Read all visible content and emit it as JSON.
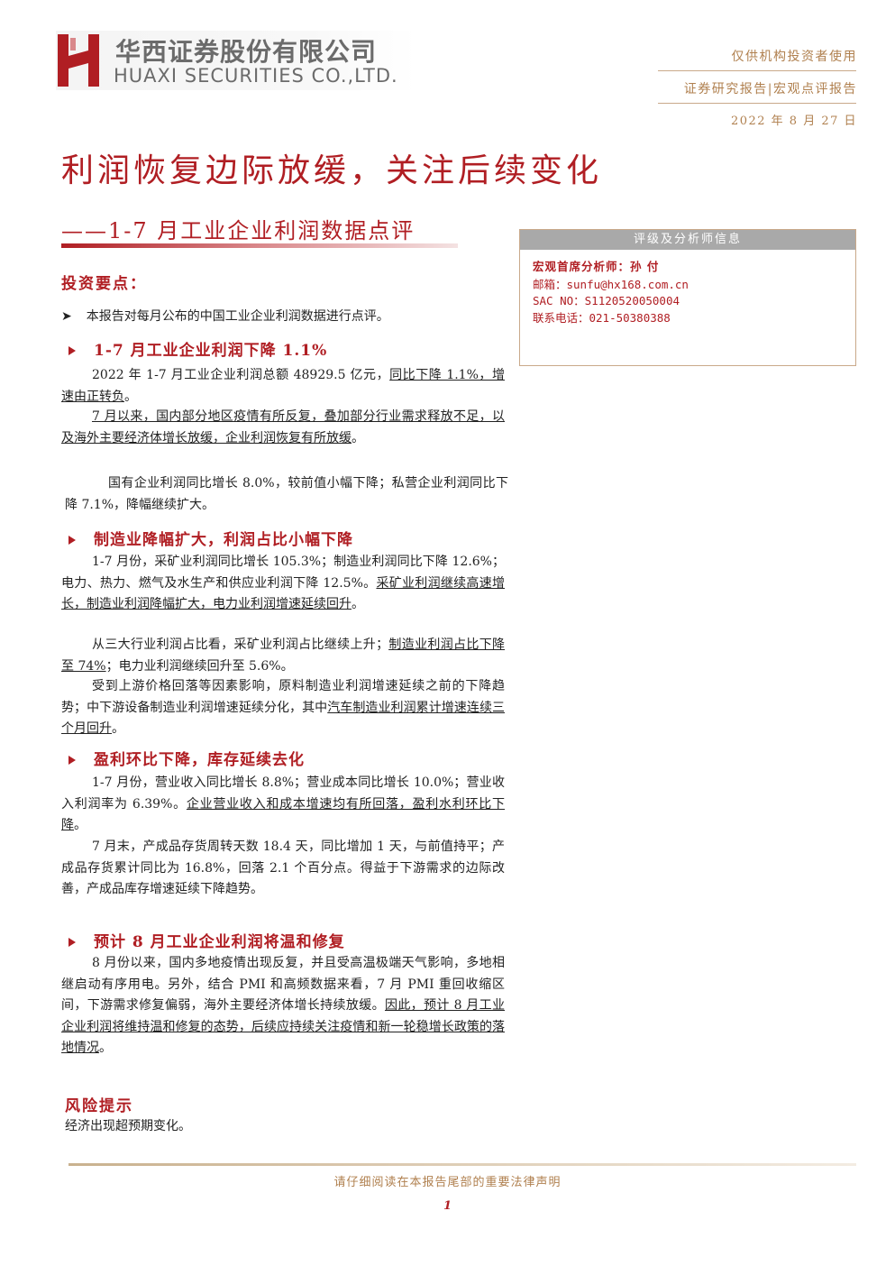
{
  "header": {
    "company_cn": "华西证券股份有限公司",
    "company_en": "HUAXI SECURITIES CO.,LTD.",
    "audience": "仅供机构投资者使用",
    "report_type": "证券研究报告|宏观点评报告",
    "date": "2022 年 8 月 27 日",
    "brand_color": "#b01e23"
  },
  "title": "利润恢复边际放缓，关注后续变化",
  "subtitle": "——1-7 月工业企业利润数据点评",
  "analyst": {
    "box_title": "评级及分析师信息",
    "name_line": "宏观首席分析师：孙 付",
    "email": "邮箱：sunfu@hx168.com.cn",
    "sac": "SAC NO：S1120520050004",
    "phone": "联系电话：021-50380388"
  },
  "key_points_label": "投资要点：",
  "intro": "本报告对每月公布的中国工业企业利润数据进行点评。",
  "sections": [
    {
      "heading": "1-7 月工业企业利润下降 1.1%",
      "paras": [
        {
          "a": "2022 年 1-7 月工业企业利润总额 48929.5 亿元，",
          "u": "同比下降 1.1%，增速由正转负",
          "b": "。"
        },
        {
          "a": "",
          "u": "7 月以来，国内部分地区疫情有所反复，叠加部分行业需求释放不足，以及海外主要经济体增长放缓，企业利润恢复有所放缓",
          "b": "。"
        },
        {
          "a": "国有企业利润同比增长 8.0%，较前值小幅下降；私营企业利润同比下降 7.1%，降幅继续扩大。",
          "u": "",
          "b": ""
        }
      ]
    },
    {
      "heading": "制造业降幅扩大，利润占比小幅下降",
      "paras": [
        {
          "a": "1-7 月份，采矿业利润同比增长 105.3%；制造业利润同比下降 12.6%；电力、热力、燃气及水生产和供应业利润下降 12.5%。",
          "u": "采矿业利润继续高速增长，制造业利润降幅扩大，电力业利润增速延续回升",
          "b": "。"
        },
        {
          "a": "从三大行业利润占比看，采矿业利润占比继续上升；",
          "u": "制造业利润占比下降至 74%",
          "b": "；电力业利润继续回升至 5.6%。"
        },
        {
          "a": "受到上游价格回落等因素影响，原料制造业利润增速延续之前的下降趋势；中下游设备制造业利润增速延续分化，其中",
          "u": "汽车制造业利润累计增速连续三个月回升",
          "b": "。"
        }
      ]
    },
    {
      "heading": "盈利环比下降，库存延续去化",
      "paras": [
        {
          "a": "1-7 月份，营业收入同比增长 8.8%；营业成本同比增长 10.0%；营业收入利润率为 6.39%。",
          "u": "企业营业收入和成本增速均有所回落，盈利水利环比下降",
          "b": "。"
        },
        {
          "a": "7 月末，产成品存货周转天数 18.4 天，同比增加 1 天，与前值持平；产成品存货累计同比为 16.8%，回落 2.1 个百分点。得益于下游需求的边际改善，产成品库存增速延续下降趋势。",
          "u": "",
          "b": ""
        }
      ]
    },
    {
      "heading": "预计 8 月工业企业利润将温和修复",
      "paras": [
        {
          "a": "8 月份以来，国内多地疫情出现反复，并且受高温极端天气影响，多地相继启动有序用电。另外，结合 PMI 和高频数据来看，7 月 PMI 重回收缩区间，下游需求修复偏弱，海外主要经济体增长持续放缓。",
          "u": "因此，预计 8 月工业企业利润将维持温和修复的态势，后续应持续关注疫情和新一轮稳增长政策的落地情况",
          "b": "。"
        }
      ]
    }
  ],
  "risk": {
    "title": "风险提示",
    "text": "经济出现超预期变化。"
  },
  "footer": {
    "disclaimer": "请仔细阅读在本报告尾部的重要法律声明",
    "page": "1"
  }
}
